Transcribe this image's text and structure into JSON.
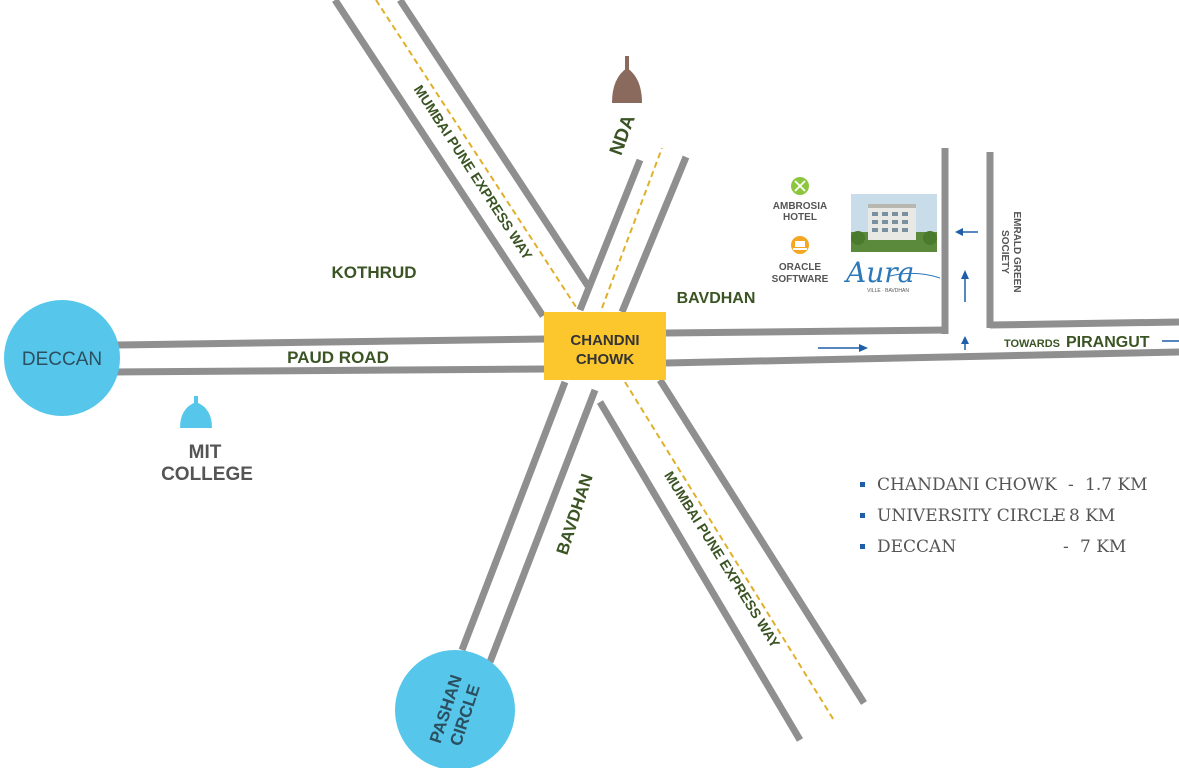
{
  "places": {
    "deccan": "DECCAN",
    "pashan_line1": "PASHAN",
    "pashan_line2": "CIRCLE",
    "mit_line1": "MIT",
    "mit_line2": "COLLEGE",
    "kothrud": "KOTHRUD",
    "nda": "NDA",
    "bavdhan_top": "BAVDHAN",
    "bavdhan_bottom": "BAVDHAN",
    "chowk_line1": "CHANDNI",
    "chowk_line2": "CHOWK",
    "emrald_line1": "EMRALD GREEN",
    "emrald_line2": "SOCIETY"
  },
  "roads": {
    "paud": "PAUD ROAD",
    "expressway_top": "MUMBAI PUNE EXPRESS WAY",
    "expressway_bottom": "MUMBAI PUNE EXPRESS WAY",
    "towards": "TOWARDS",
    "pirangut": "PIRANGUT"
  },
  "landmarks": {
    "ambrosia_line1": "AMBROSIA",
    "ambrosia_line2": "HOTEL",
    "oracle_line1": "ORACLE",
    "oracle_line2": "SOFTWARE",
    "aura_logo": "Aura",
    "aura_sub": "VILLE · BAVDHAN"
  },
  "distances": [
    {
      "place": "CHANDANI CHOWK",
      "sep": "-",
      "value": "1.7 KM"
    },
    {
      "place": "UNIVERSITY CIRCLE",
      "sep": "-",
      "value": "8 KM"
    },
    {
      "place": "DECCAN",
      "sep": "-",
      "value": "7 KM"
    }
  ],
  "colors": {
    "circle": "#56c7eb",
    "chowk": "#fcc72c",
    "road": "#8f8f8f",
    "centerline": "#e0b02a",
    "label": "#3b5424",
    "arrow": "#1e5fa8",
    "nda_dome": "#8a6a5c",
    "mit_dome": "#56c7eb",
    "ambrosia_icon": "#8cc63f",
    "oracle_icon": "#f5a623"
  },
  "icons": {
    "nda": "dome-icon",
    "mit": "dome-icon",
    "ambrosia": "fork-knife-icon",
    "oracle": "laptop-icon",
    "arrow": "arrow-icon",
    "bullet": "square-bullet-icon"
  }
}
